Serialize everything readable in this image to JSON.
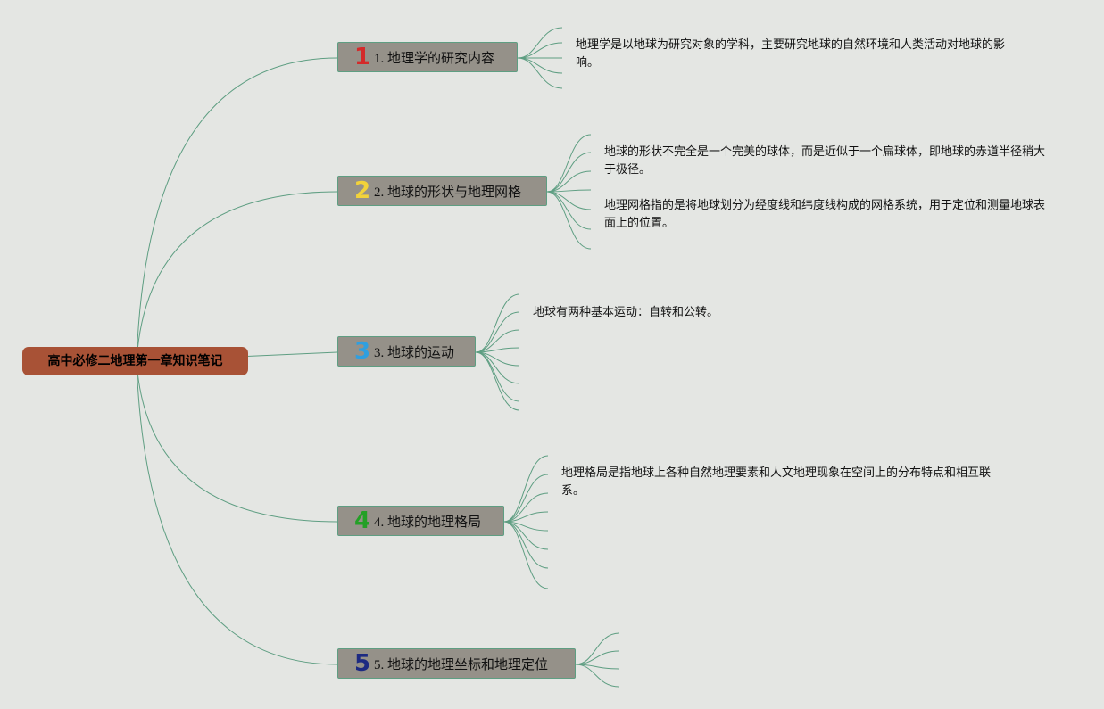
{
  "root": {
    "label": "高中必修二地理第一章知识笔记"
  },
  "topics": [
    {
      "number": "1",
      "label": "1. 地理学的研究内容",
      "number_color": "#d42a2a"
    },
    {
      "number": "2",
      "label": "2. 地球的形状与地理网格",
      "number_color": "#f2d23a"
    },
    {
      "number": "3",
      "label": "3. 地球的运动",
      "number_color": "#2f9fe0"
    },
    {
      "number": "4",
      "label": "4. 地球的地理格局",
      "number_color": "#23a026"
    },
    {
      "number": "5",
      "label": "5. 地球的地理坐标和地理定位",
      "number_color": "#1d2a82"
    }
  ],
  "notes": [
    {
      "text": "地理学是以地球为研究对象的学科，主要研究地球的自然环境和人类活动对地球的影响。"
    },
    {
      "text": "地球的形状不完全是一个完美的球体，而是近似于一个扁球体，即地球的赤道半径稍大于极径。"
    },
    {
      "text": "地理网格指的是将地球划分为经度线和纬度线构成的网格系统，用于定位和测量地球表面上的位置。"
    },
    {
      "text": "地球有两种基本运动：自转和公转。"
    },
    {
      "text": "地理格局是指地球上各种自然地理要素和人文地理现象在空间上的分布特点和相互联系。"
    }
  ],
  "colors": {
    "background": "#e4e6e3",
    "root_fill": "#a85236",
    "topic_fill": "#959189",
    "connector": "#5e9e82"
  }
}
